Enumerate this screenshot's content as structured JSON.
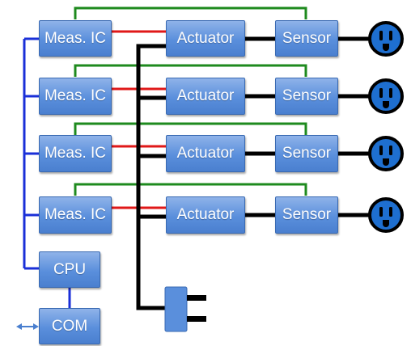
{
  "diagram": {
    "rows": [
      {
        "meas_label": "Meas. IC",
        "actuator_label": "Actuator",
        "sensor_label": "Sensor"
      },
      {
        "meas_label": "Meas. IC",
        "actuator_label": "Actuator",
        "sensor_label": "Sensor"
      },
      {
        "meas_label": "Meas. IC",
        "actuator_label": "Actuator",
        "sensor_label": "Sensor"
      },
      {
        "meas_label": "Meas. IC",
        "actuator_label": "Actuator",
        "sensor_label": "Sensor"
      }
    ],
    "cpu_label": "CPU",
    "com_label": "COM",
    "colors": {
      "box_fill": "#5a8fdc",
      "bus": "#1a2fd8",
      "sense_wire": "#e01818",
      "feedback_wire": "#1e8a1e",
      "power_wire": "#000000",
      "outlet_fill": "#1e6fd0"
    }
  }
}
